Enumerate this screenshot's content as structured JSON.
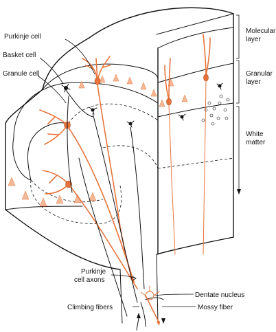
{
  "labels": {
    "purkinje_cell": "Purkinje cell",
    "basket_cell": "Basket cell",
    "granule_cell": "Granule cell",
    "molecular_layer": [
      "Molecular",
      "layer"
    ],
    "granular_layer": [
      "Granular",
      "layer"
    ],
    "white_matter": [
      "White",
      "matter"
    ],
    "purkinje_axons": [
      "Purkinje",
      "cell axons"
    ],
    "dentate_nucleus": "Dentate nucleus",
    "climbing_fibers": "Climbing fibers",
    "mossy_fiber": "Mossy fiber"
  },
  "colors": {
    "ink": "#111111",
    "purkinje": "#e8743b",
    "purkinje_soma": "#e8743b",
    "granular_hatch": "#f5b896"
  }
}
